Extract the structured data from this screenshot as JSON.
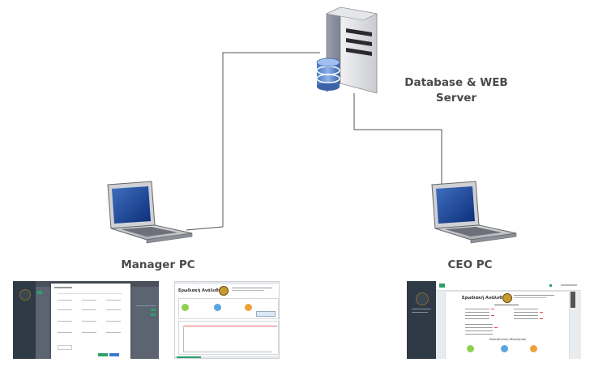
{
  "server": {
    "label_line1": "Database & WEB",
    "label_line2": "Server"
  },
  "manager": {
    "label": "Manager PC"
  },
  "ceo": {
    "label": "CEO PC"
  },
  "thumbnails": {
    "report_title": "Ερωδιακή Ανάλυθ",
    "report_section": "Εκπαιδευτική Αξιολόγηση"
  }
}
